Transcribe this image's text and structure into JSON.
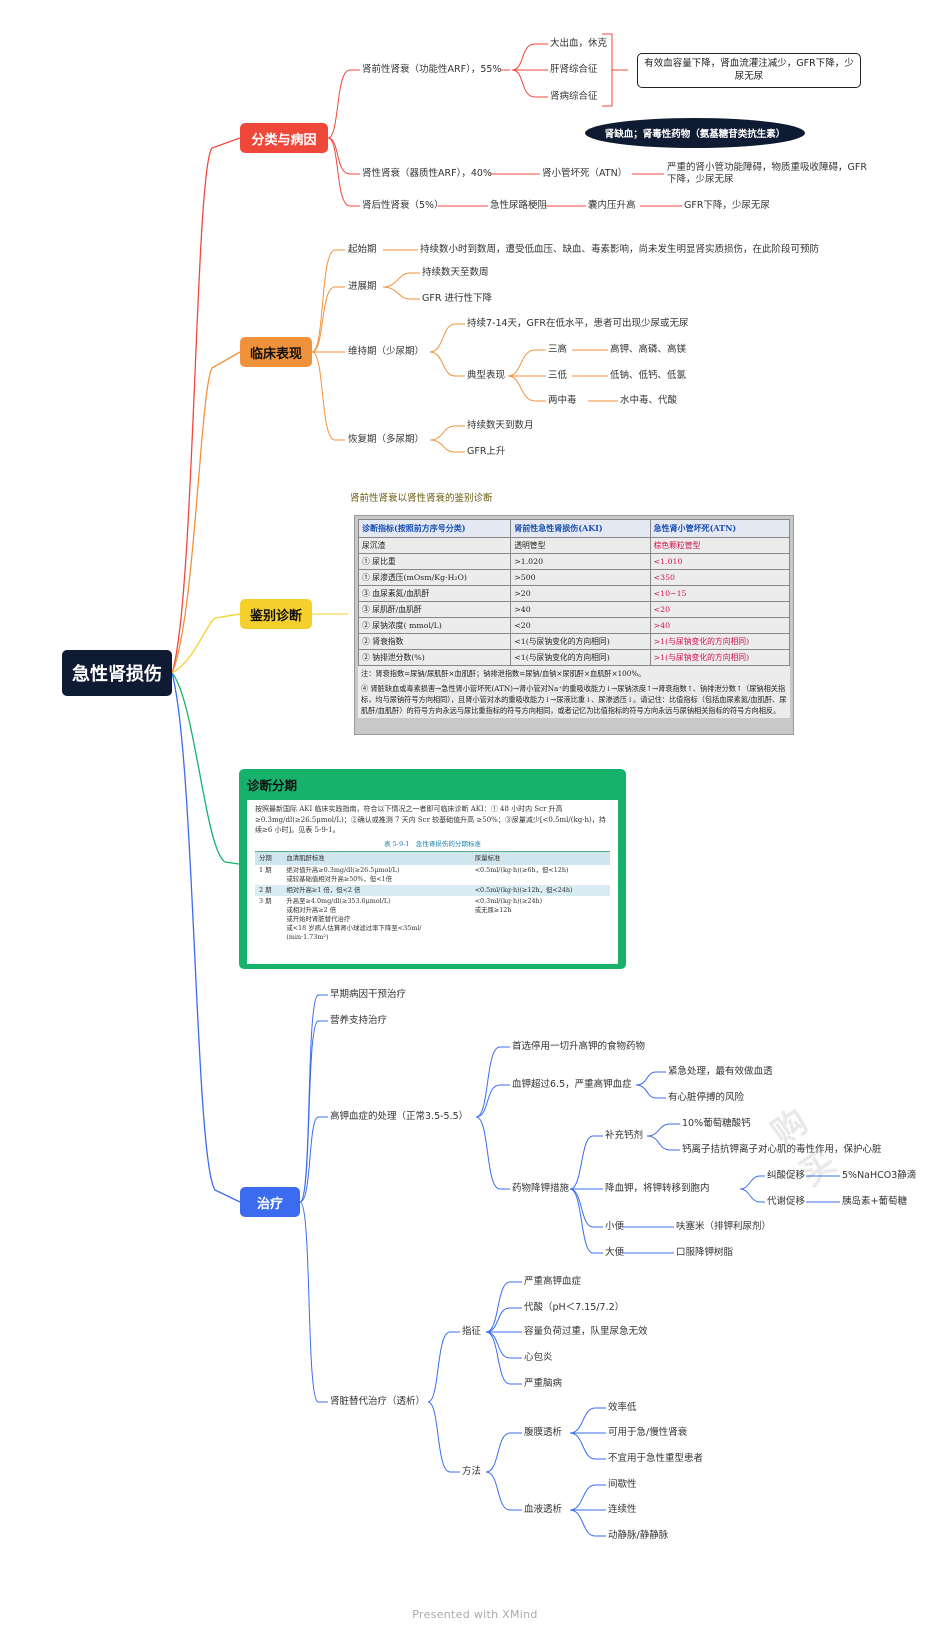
{
  "root": "急性肾损伤",
  "colors": {
    "root": "#0f1a33",
    "classification": "#f0473b",
    "clinical": "#f0923b",
    "differential": "#f5cf2c",
    "diagnosis_staging": "#16b16b",
    "treatment": "#3b6cf0"
  },
  "classification": {
    "title": "分类与病因",
    "prerenal": {
      "label": "肾前性肾衰（功能性ARF），55%",
      "causes": [
        "大出血，休克",
        "肝肾综合征",
        "肾病综合征"
      ],
      "summary": "有效血容量下降，肾血流灌注减少，GFR下降，少尿无尿"
    },
    "renal": {
      "label": "肾性肾衰（器质性ARF），40%",
      "atn": "肾小管坏死（ATN）",
      "callout": "肾缺血；肾毒性药物（氨基糖苷类抗生素）",
      "result": "严重的肾小管功能障碍，物质重吸收障碍，GFR下降，少尿无尿"
    },
    "postrenal": {
      "label": "肾后性肾衰（5%）",
      "cause": "急性尿路梗阻",
      "mid": "囊内压升高",
      "result": "GFR下降，少尿无尿"
    }
  },
  "clinical": {
    "title": "临床表现",
    "onset": {
      "label": "起始期",
      "desc": "持续数小时到数周，遭受低血压、缺血、毒素影响，尚未发生明显肾实质损伤，在此阶段可预防"
    },
    "progression": {
      "label": "进展期",
      "items": [
        "持续数天至数周",
        "GFR 进行性下降"
      ]
    },
    "maintenance": {
      "label": "维持期（少尿期）",
      "duration": "持续7-14天，GFR在低水平，患者可出现少尿或无尿",
      "typical": "典型表现",
      "rows": [
        {
          "k": "三高",
          "v": "高钾、高磷、高镁"
        },
        {
          "k": "三低",
          "v": "低钠、低钙、低氯"
        },
        {
          "k": "两中毒",
          "v": "水中毒、代酸"
        }
      ]
    },
    "recovery": {
      "label": "恢复期（多尿期）",
      "items": [
        "持续数天到数月",
        "GFR上升"
      ]
    }
  },
  "differential": {
    "title": "鉴别诊断",
    "subtitle": "肾前性肾衰以肾性肾衰的鉴别诊断",
    "headers": [
      "诊断指标(按照前方序号分类)",
      "肾前性急性肾损伤(AKI)",
      "急性肾小管坏死(ATN)"
    ],
    "rows": [
      [
        "尿沉渣",
        "透明管型",
        "棕色颗粒管型"
      ],
      [
        "① 尿比重",
        ">1.020",
        "<1.010"
      ],
      [
        "① 尿渗透压(mOsm/Kg·H₂O)",
        ">500",
        "<350"
      ],
      [
        "③ 血尿素氮/血肌酐",
        ">20",
        "<10~15"
      ],
      [
        "③ 尿肌酐/血肌酐",
        ">40",
        "<20"
      ],
      [
        "② 尿钠浓度( mmol/L)",
        "<20",
        ">40"
      ],
      [
        "② 肾衰指数",
        "<1(与尿钠变化的方向相同)",
        ">1(与尿钠变化的方向相同)"
      ],
      [
        "② 钠排泄分数(%)",
        "<1(与尿钠变化的方向相同)",
        ">1(与尿钠变化的方向相同)"
      ]
    ],
    "note1": "注：肾衰指数=尿钠/尿肌酐×血肌酐；钠排泄指数=尿钠/血钠×尿肌酐×血肌酐×100%。",
    "note2": "④ 肾脏缺血或毒素损害→急性肾小管坏死(ATN)→肾小管对Na⁺的重吸收能力↓→尿钠浓度↑→肾衰指数↑、钠排泄分数↑（尿钠相关指标，均与尿钠符号方向相同），且肾小管对水的重吸收能力↓→尿液比重↓、尿渗透压↓。请记住：比值指标（包括血尿素氮/血肌酐、尿肌酐/血肌酐）的符号方向永远与尿比重指标的符号方向相同，或者记忆为比值指标的符号方向永远与尿钠相关指标的符号方向相反。",
    "watermark": "购买"
  },
  "diagnosis_staging": {
    "title": "诊断分期",
    "intro": "按照最新国际 AKI 临床实践指南，符合以下情况之一者即可临床诊断 AKI：① 48 小时内 Scr 升高 ≥0.3mg/dl(≥26.5μmol/L)；②确认或推测 7 天内 Scr 较基础值升高 ≥50%；③尿量减少[<0.5ml/(kg·h)，持续≥6 小时]。见表 5-9-1。",
    "caption": "表 5-9-1　急性肾损伤的分期标准",
    "headers": [
      "分期",
      "血清肌酐标准",
      "尿量标准"
    ],
    "rows": [
      {
        "stage": "1 期",
        "scr": "绝对值升高≥0.3mg/dl(≥26.5μmol/L)\n或较基础值相对升高≥50%，但<1倍",
        "urine": "<0.5ml/(kg·h)(≥6h，但<12h)"
      },
      {
        "stage": "2 期",
        "scr": "相对升高≥1 倍，但<2 倍",
        "urine": "<0.5ml/(kg·h)(≥12h，但<24h)"
      },
      {
        "stage": "3 期",
        "scr": "升高至≥4.0mg/dl(≥353.6μmol/L)\n或相对升高≥2 倍\n或开始时肾脏替代治疗\n或<18 岁病人估算肾小球滤过率下降至<35ml/\n(min·1.73m²)",
        "urine": "<0.3ml/(kg·h)(≥24h)\n或无尿≥12h"
      }
    ]
  },
  "treatment": {
    "title": "治疗",
    "early": "早期病因干预治疗",
    "nutrition": "营养支持治疗",
    "hyperk": {
      "label": "高钾血症的处理（正常3.5-5.5）",
      "first": "首选停用一切升高钾的食物药物",
      "over": {
        "label": "血钾超过6.5，严重高钾血症",
        "items": [
          "紧急处理，最有效做血透",
          "有心脏停搏的风险"
        ]
      },
      "drugs": {
        "label": "药物降钾措施",
        "calcium": {
          "label": "补充钙剂",
          "items": [
            "10%葡萄糖酸钙",
            "钙离子拮抗钾离子对心肌的毒性作用，保护心脏"
          ]
        },
        "shift": {
          "label": "降血钾，将钾转移到胞内",
          "items": [
            {
              "k": "纠酸促移",
              "v": "5%NaHCO3静滴"
            },
            {
              "k": "代谢促移",
              "v": "胰岛素+葡萄糖"
            }
          ]
        },
        "urine": {
          "label": "小便",
          "v": "呋塞米（排钾利尿剂）"
        },
        "stool": {
          "label": "大便",
          "v": "口服降钾树脂"
        }
      }
    },
    "rrt": {
      "label": "肾脏替代治疗（透析）",
      "indications": {
        "label": "指征",
        "items": [
          "严重高钾血症",
          "代酸（pH＜7.15/7.2）",
          "容量负荷过重，队里尿急无效",
          "心包炎",
          "严重脑病"
        ]
      },
      "methods": {
        "label": "方法",
        "pd": {
          "label": "腹膜透析",
          "items": [
            "效率低",
            "可用于急/慢性肾衰",
            "不宜用于急性重型患者"
          ]
        },
        "hd": {
          "label": "血液透析",
          "items": [
            "间歇性",
            "连续性",
            "动静脉/静静脉"
          ]
        }
      }
    }
  },
  "footer": "Presented with XMind"
}
